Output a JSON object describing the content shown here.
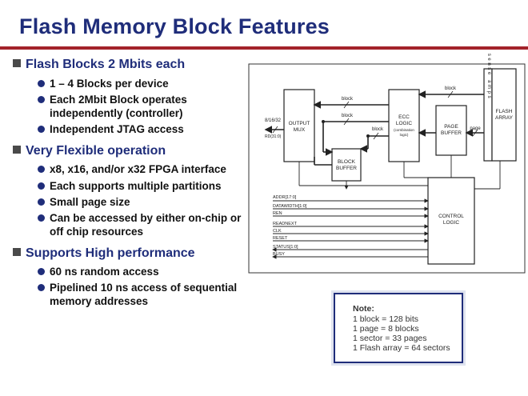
{
  "title": "Flash Memory Block Features",
  "sections": [
    {
      "heading": "Flash Blocks 2 Mbits each",
      "items": [
        "1 – 4 Blocks per device",
        "Each 2Mbit Block operates independently (controller)",
        "Independent JTAG access"
      ]
    },
    {
      "heading": "Very Flexible operation",
      "items": [
        "x8, x16, and/or x32 FPGA interface",
        "Each supports multiple partitions",
        "Small page size",
        "Can be accessed by either on-chip or off chip resources"
      ]
    },
    {
      "heading": "Supports High performance",
      "items": [
        "60 ns random access",
        "Pipelined 10 ns access of sequential memory addresses"
      ]
    }
  ],
  "diagram": {
    "output_mux": [
      "OUTPUT",
      "MUX"
    ],
    "block_buffer": [
      "BLOCK",
      "BUFFER"
    ],
    "ecc_logic": [
      "ECC",
      "LOGIC",
      "(combination",
      "logic)"
    ],
    "page_buffer": [
      "PAGE",
      "BUFFER"
    ],
    "sense_amps": "sense amps",
    "flash_array": [
      "FLASH",
      "ARRAY"
    ],
    "control_logic": [
      "CONTROL",
      "LOGIC"
    ],
    "label_block": "block",
    "label_page": "page",
    "label_data_width": "8/16/32",
    "label_rd": "RD(31:0)",
    "signals": [
      "ADDR[17:0]",
      "DATAWIDTH[1:0]",
      "REN",
      "READNEXT",
      "CLK",
      "RESET",
      "STATUS[1:0]",
      "BUSY"
    ]
  },
  "note": {
    "heading": "Note:",
    "lines": [
      "1 block = 128 bits",
      "1 page = 8 blocks",
      "1 sector = 33 pages",
      "1 Flash array = 64 sectors"
    ]
  }
}
